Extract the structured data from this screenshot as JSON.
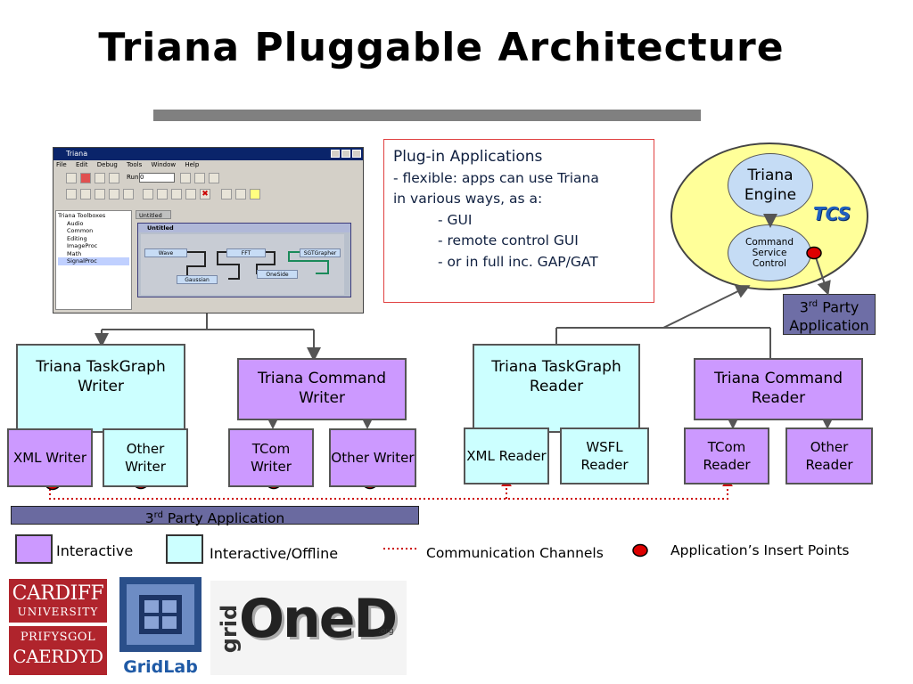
{
  "title": "Triana Pluggable Architecture",
  "app_window": {
    "title": "Triana",
    "menu": [
      "File",
      "Edit",
      "Debug",
      "Tools",
      "Window",
      "Help"
    ],
    "run_label": "Run",
    "run_value": "0",
    "toolbox_root": "Triana Toolboxes",
    "toolboxes": [
      "Audio",
      "Common",
      "Editing",
      "ImageProc",
      "Math",
      "SignalProc"
    ],
    "tab": "Untitled",
    "inner_title": "Untitled",
    "nodes": [
      "Wave",
      "FFT",
      "SGTGrapher",
      "Gaussian",
      "OneSide"
    ]
  },
  "plugin_box": {
    "title": "Plug-in Applications",
    "line1": "- flexible: apps can use Triana",
    "line2": "in various ways, as a:",
    "items": [
      "- GUI",
      "- remote control GUI",
      "- or in full inc. GAP/GAT"
    ]
  },
  "engine": {
    "title_l1": "Triana",
    "title_l2": "Engine",
    "tcs": "TCS",
    "control_l1": "Command",
    "control_l2": "Service",
    "control_l3": "Control"
  },
  "third_party_small": {
    "pre": "3",
    "sup": "rd",
    "post": " Party",
    "line2": "Application"
  },
  "boxes": {
    "taskgraph_writer": "Triana TaskGraph Writer",
    "command_writer": "Triana Command Writer",
    "taskgraph_reader": "Triana TaskGraph Reader",
    "command_reader": "Triana Command Reader",
    "xml_writer": "XML Writer",
    "other_writer_1": "Other Writer",
    "tcom_writer": "TCom Writer",
    "other_writer_2": "Other Writer",
    "xml_reader": "XML Reader",
    "wsfl_reader": "WSFL Reader",
    "tcom_reader": "TCom Reader",
    "other_reader": "Other Reader"
  },
  "third_party_bar": {
    "pre": "3",
    "sup": "rd",
    "post": " Party Application"
  },
  "legend": {
    "interactive": "Interactive",
    "interactive_offline": "Interactive/Offline",
    "channels": "Communication Channels",
    "insert_points": "Application’s Insert Points"
  },
  "logos": {
    "cardiff_l1": "CARDIFF",
    "cardiff_l2": "UNIVERSITY",
    "cardiff_l3": "PRIFYSGOL",
    "cardiff_l4": "CAERDYD",
    "gridlab": "GridLab",
    "oned_grid": "grid",
    "oned_main": "OneD",
    "oned_org": ".org"
  },
  "colors": {
    "interactive": "#cc99ff",
    "interactive_offline": "#ccffff",
    "channel": "#cc0000",
    "engine_bg": "#ffff99"
  }
}
